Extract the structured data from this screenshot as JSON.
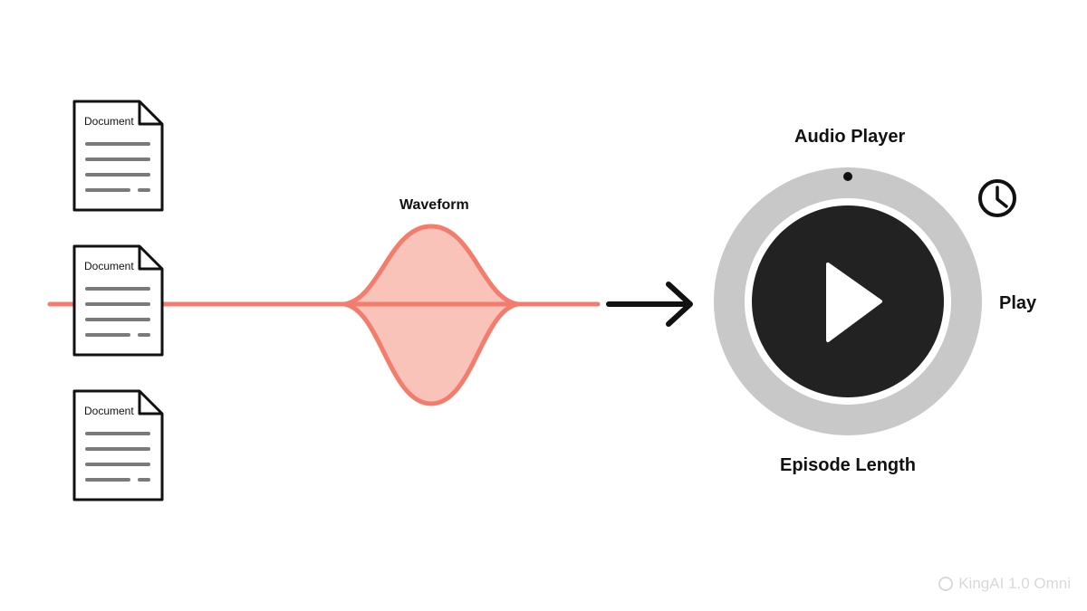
{
  "documents": [
    {
      "label": "Document",
      "icon": "document-icon"
    },
    {
      "label": "Document",
      "icon": "document-icon"
    },
    {
      "label": "Document",
      "icon": "document-icon"
    }
  ],
  "waveform": {
    "label": "Waveform",
    "color": "#f47c6c",
    "fill": "#f9c3b9"
  },
  "arrow": {
    "icon": "arrow-right-icon",
    "color": "#111111"
  },
  "player": {
    "title": "Audio Player",
    "play_label": "Play",
    "length_label": "Episode Length",
    "play_icon": "play-icon",
    "clock_icon": "clock-icon",
    "ring_color": "#c8c8c8",
    "disc_color": "#222222"
  },
  "watermark": "KingAI 1.0 Omni"
}
